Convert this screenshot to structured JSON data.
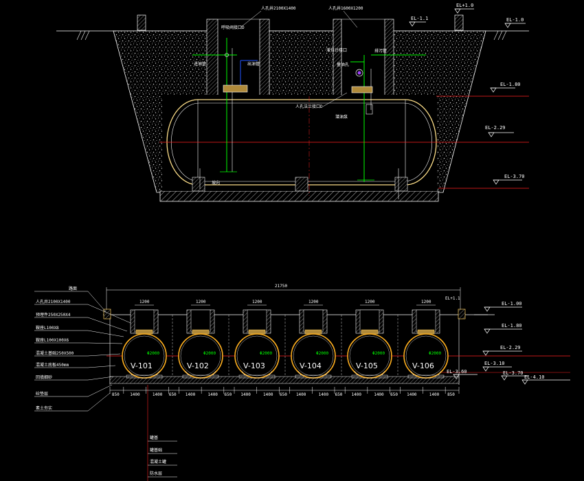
{
  "section_view": {
    "manhole_left_label": "人孔井2100X1400",
    "manhole_right_label": "人孔井1600X1200",
    "elevations": {
      "ground_left": "EL-1.1",
      "ground_right": "EL+1.0",
      "ground_far": "EL-1.0",
      "tank_top": "EL-1.80",
      "tank_center": "EL-2.29",
      "tank_bottom": "EL-3.70"
    },
    "callouts": {
      "vent_valve": "呼吸阀接口D",
      "left_pipe": "进油管",
      "left_pipe2": "出油管",
      "level_gauge": "液位计接口",
      "right_pipe": "量油孔",
      "right_pipe2": "排污管",
      "manhole_flange": "人孔法兰接口D",
      "pump": "潜油泵",
      "bottom_mark": "坡向"
    }
  },
  "plan_view": {
    "overall_dim": "21750",
    "top_right_note": "EL+1.1",
    "manhole_width": "1200",
    "tanks": [
      {
        "id": "V-101",
        "dia": "Φ2000"
      },
      {
        "id": "V-102",
        "dia": "Φ2000"
      },
      {
        "id": "V-103",
        "dia": "Φ2000"
      },
      {
        "id": "V-104",
        "dia": "Φ2000"
      },
      {
        "id": "V-105",
        "dia": "Φ2000"
      },
      {
        "id": "V-106",
        "dia": "Φ2000"
      }
    ],
    "bottom_dims": [
      "850",
      "1400",
      "1400",
      "650",
      "1400",
      "1400",
      "650",
      "1400",
      "1400",
      "650",
      "1400",
      "1400",
      "650",
      "1400",
      "1400",
      "650",
      "1400",
      "1400",
      "850"
    ],
    "elevations": {
      "e1": "EL-1.00",
      "e2": "EL-1.80",
      "e3": "EL-2.29",
      "e4": "EL-3.60",
      "e5": "EL-3.10",
      "e6": "EL-3.70",
      "e7": "EL-4.10"
    },
    "left_callouts": [
      "路面",
      "人孔井2100X1400",
      "预埋件250X250X4",
      "鞍座L100X8",
      "鞍座L100X100X6",
      "混凝土基础250X500",
      "混凝土底板450mm",
      "回填细砂",
      "砼垫层",
      "素土夯实"
    ],
    "bottom_legend": [
      "罐基",
      "罐基础",
      "混凝土罐",
      "防水层"
    ]
  }
}
